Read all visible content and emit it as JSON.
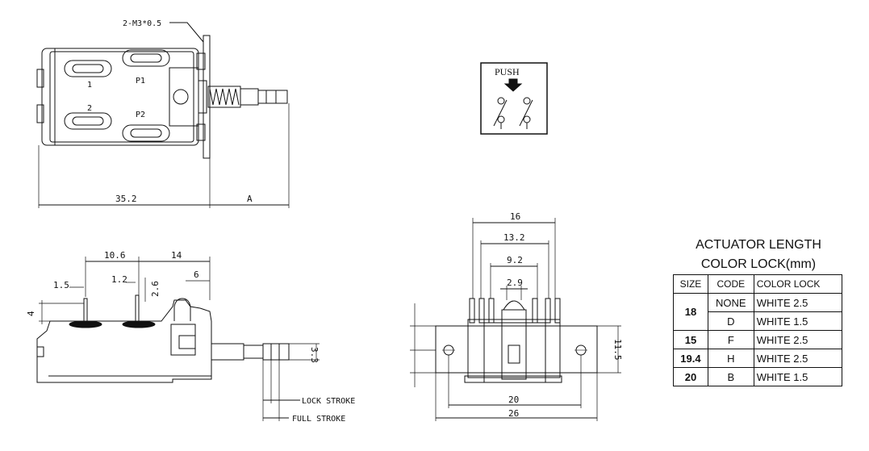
{
  "top_view": {
    "screw_callout": "2-M3*0.5",
    "pin_labels": [
      "1",
      "P1",
      "2",
      "P2"
    ],
    "dim_body": "35.2",
    "dim_actuator": "A"
  },
  "symbol": {
    "push_label": "PUSH"
  },
  "side_view": {
    "dims": [
      "10.6",
      "14",
      "1.5",
      "1.2",
      "2.6",
      "6",
      "4",
      "3.3"
    ],
    "lock_stroke_label": "LOCK STROKE",
    "full_stroke_label": "FULL STROKE"
  },
  "front_view": {
    "dims": [
      "16",
      "13.2",
      "9.2",
      "2.9",
      "11.5",
      "20",
      "26"
    ]
  },
  "table": {
    "title_line1": "ACTUATOR LENGTH",
    "title_line2": "COLOR LOCK(mm)",
    "headers": [
      "SIZE",
      "CODE",
      "COLOR LOCK"
    ],
    "rows": [
      {
        "size": "18",
        "code": "NONE",
        "color": "WHITE 2.5"
      },
      {
        "size": "",
        "code": "D",
        "color": "WHITE 1.5"
      },
      {
        "size": "15",
        "code": "F",
        "color": "WHITE 2.5"
      },
      {
        "size": "19.4",
        "code": "H",
        "color": "WHITE 2.5"
      },
      {
        "size": "20",
        "code": "B",
        "color": "WHITE 1.5"
      }
    ]
  }
}
